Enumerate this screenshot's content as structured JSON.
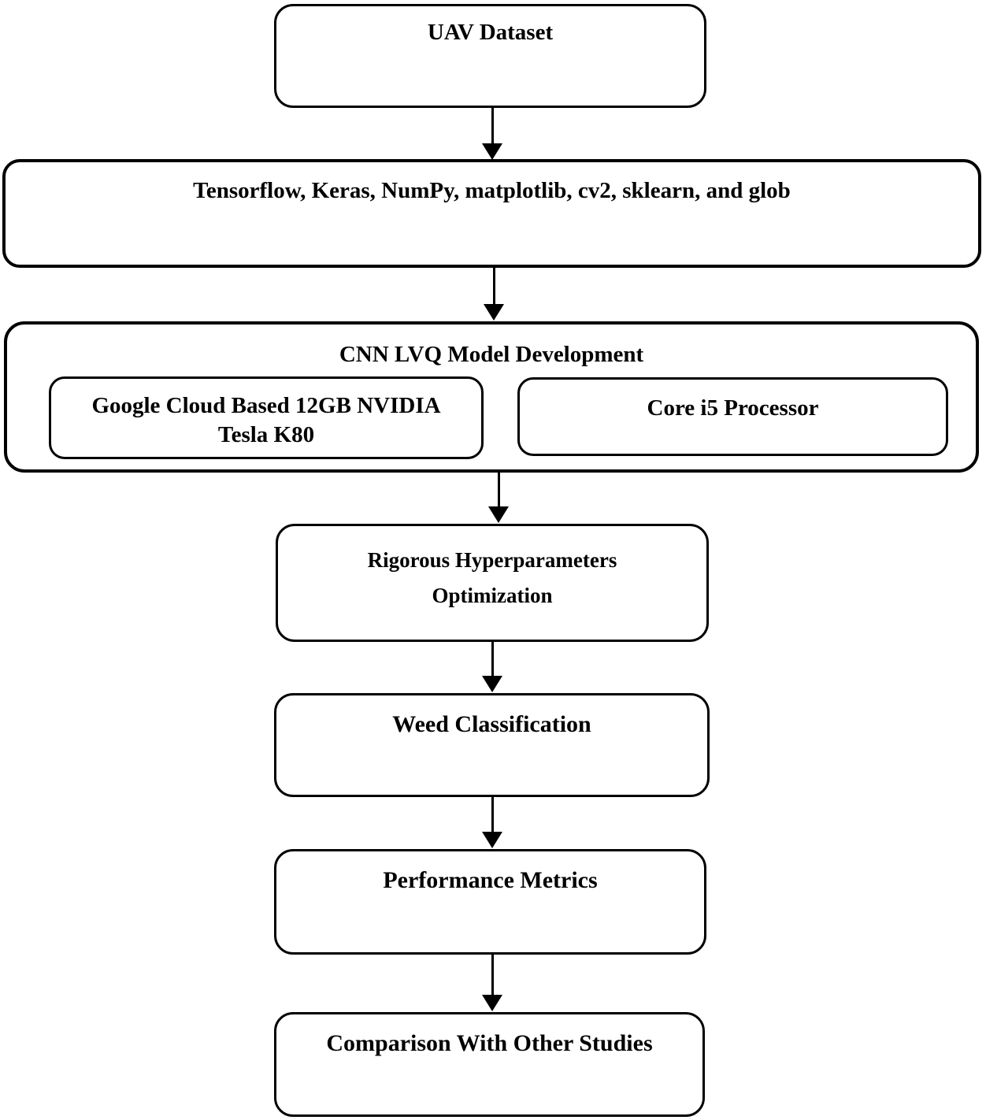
{
  "diagram": {
    "type": "flowchart",
    "direction": "top-down",
    "colors": {
      "line": "#000000",
      "fill": "#ffffff",
      "text": "#000000"
    },
    "nodes": {
      "uav_dataset": {
        "label": "UAV Dataset"
      },
      "libraries": {
        "label": "Tensorflow, Keras, NumPy, matplotlib, cv2, sklearn, and glob"
      },
      "model_development": {
        "title": "CNN LVQ Model Development",
        "children": {
          "gpu": {
            "line1": "Google Cloud Based 12GB NVIDIA",
            "line2": "Tesla K80"
          },
          "cpu": {
            "label": "Core i5 Processor"
          }
        }
      },
      "hyperparameters": {
        "line1": "Rigorous Hyperparameters",
        "line2": "Optimization"
      },
      "weed_classification": {
        "label": "Weed Classification"
      },
      "performance_metrics": {
        "label": "Performance Metrics"
      },
      "comparison": {
        "label": "Comparison With Other Studies"
      }
    },
    "edges": [
      {
        "from": "uav_dataset",
        "to": "libraries"
      },
      {
        "from": "libraries",
        "to": "model_development"
      },
      {
        "from": "model_development",
        "to": "hyperparameters"
      },
      {
        "from": "hyperparameters",
        "to": "weed_classification"
      },
      {
        "from": "weed_classification",
        "to": "performance_metrics"
      },
      {
        "from": "performance_metrics",
        "to": "comparison"
      }
    ]
  }
}
